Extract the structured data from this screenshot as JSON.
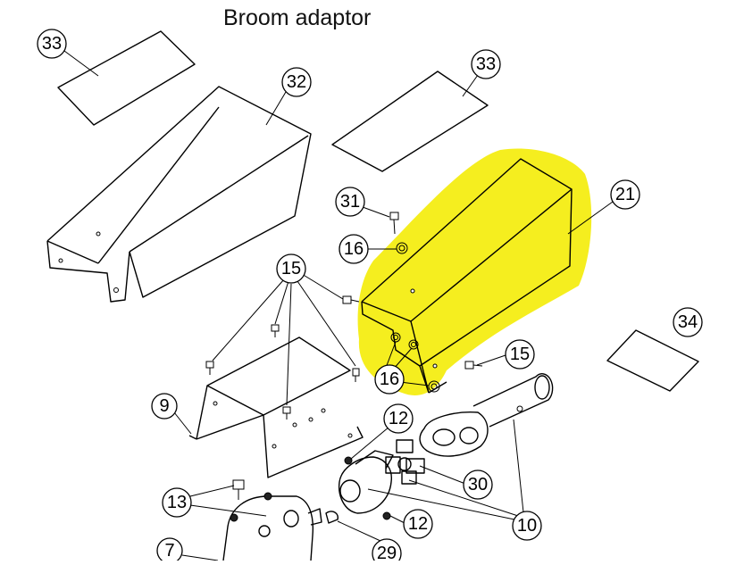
{
  "title": "Broom adaptor",
  "highlight_color": "#f5ee1f",
  "callouts": {
    "c33a": "33",
    "c32": "32",
    "c33b": "33",
    "c31": "31",
    "c21": "21",
    "c16a": "16",
    "c15a": "15",
    "c15b": "15",
    "c34": "34",
    "c16b": "16",
    "c9": "9",
    "c12a": "12",
    "c30": "30",
    "c13": "13",
    "c12b": "12",
    "c10": "10",
    "c7": "7",
    "c29": "29"
  }
}
